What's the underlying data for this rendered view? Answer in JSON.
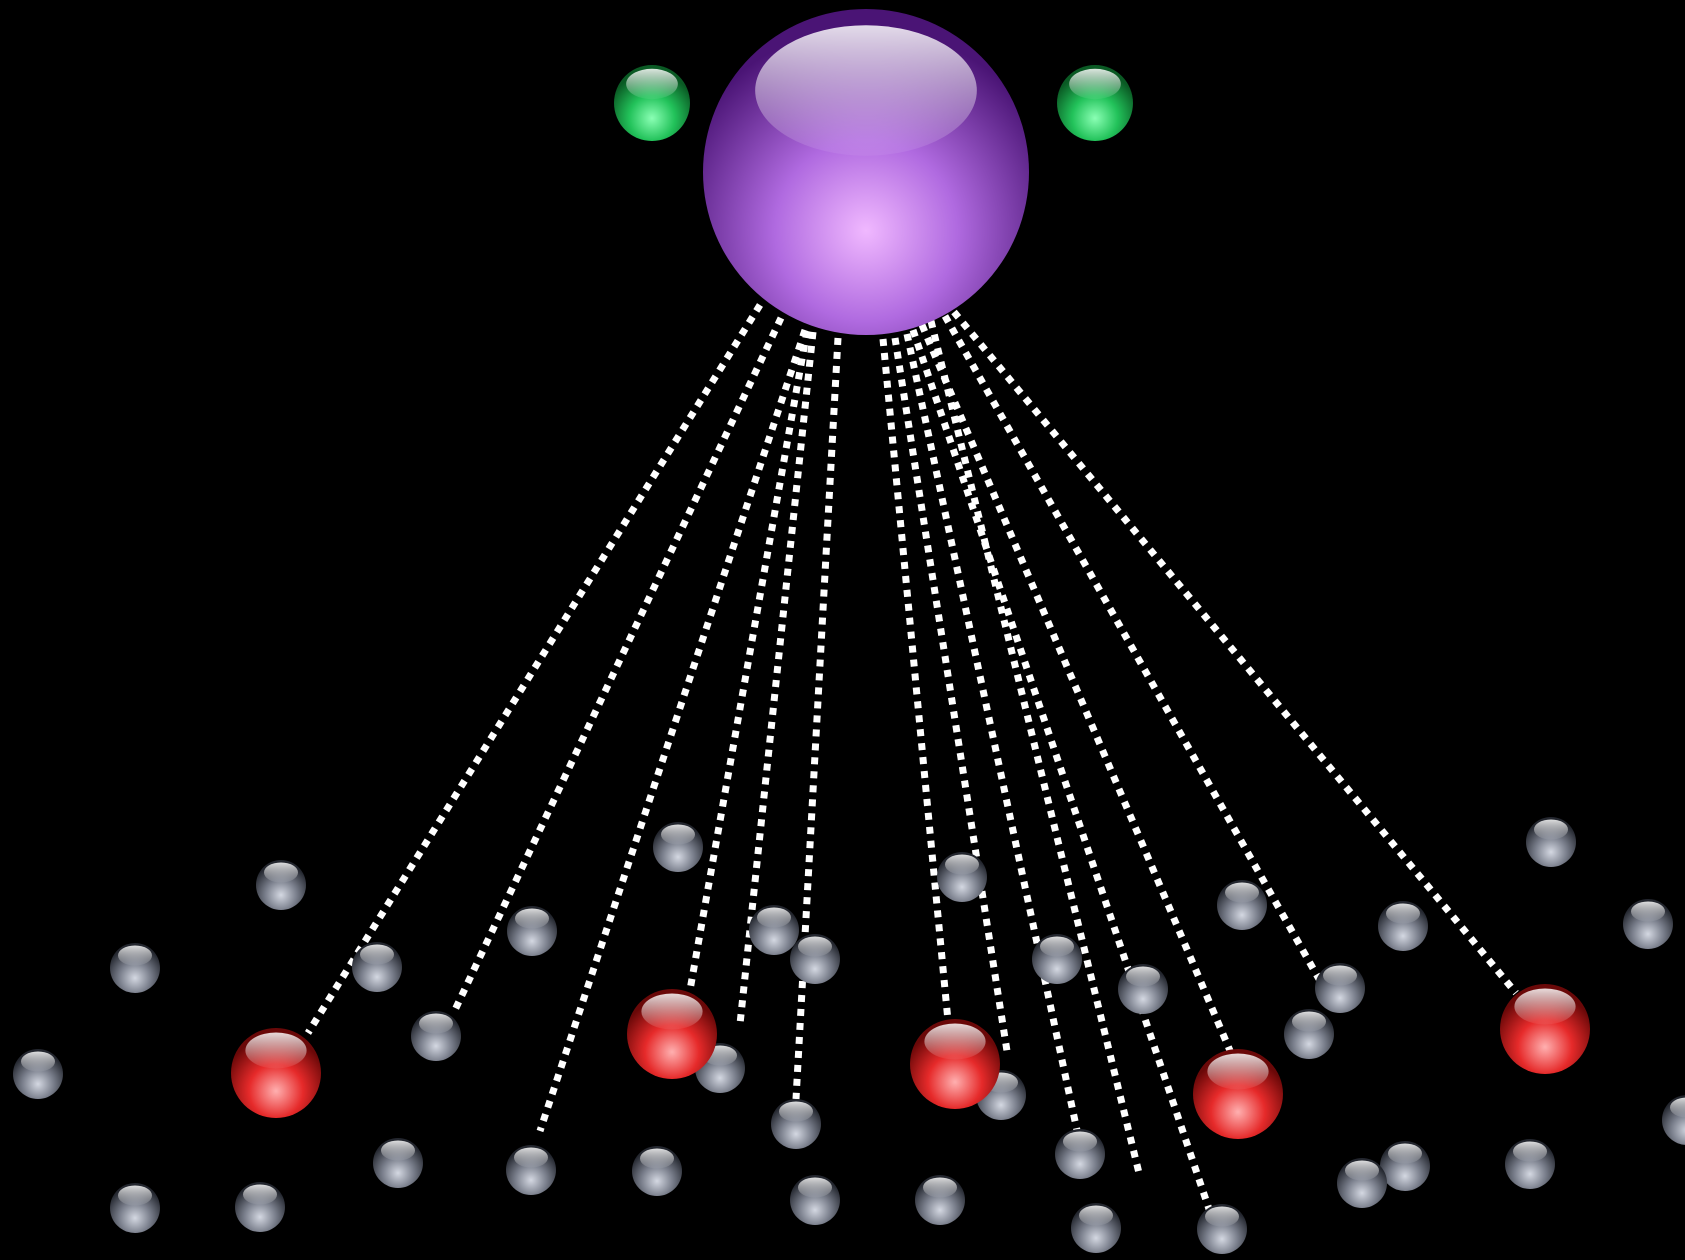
{
  "colors": {
    "background": "#000000",
    "hub": "#a259d9",
    "hub_dark": "#4a1475",
    "satellite": "#22c25a",
    "satellite_dark": "#0a5a24",
    "highlighted": "#e62a2a",
    "highlighted_dark": "#6a0808",
    "ordinary": "#7a7f8c",
    "ordinary_dark": "#23262e",
    "connector": "#ffffff"
  },
  "node_types": {
    "hub": {
      "icon": "purple-sphere-icon"
    },
    "satellite": {
      "icon": "green-sphere-icon"
    },
    "highlighted": {
      "icon": "red-sphere-icon"
    },
    "ordinary": {
      "icon": "gray-sphere-icon"
    }
  },
  "hub_count": 1,
  "satellite_count": 2,
  "highlighted_count": 5,
  "connector_count": 14,
  "connector_style": "dotted"
}
